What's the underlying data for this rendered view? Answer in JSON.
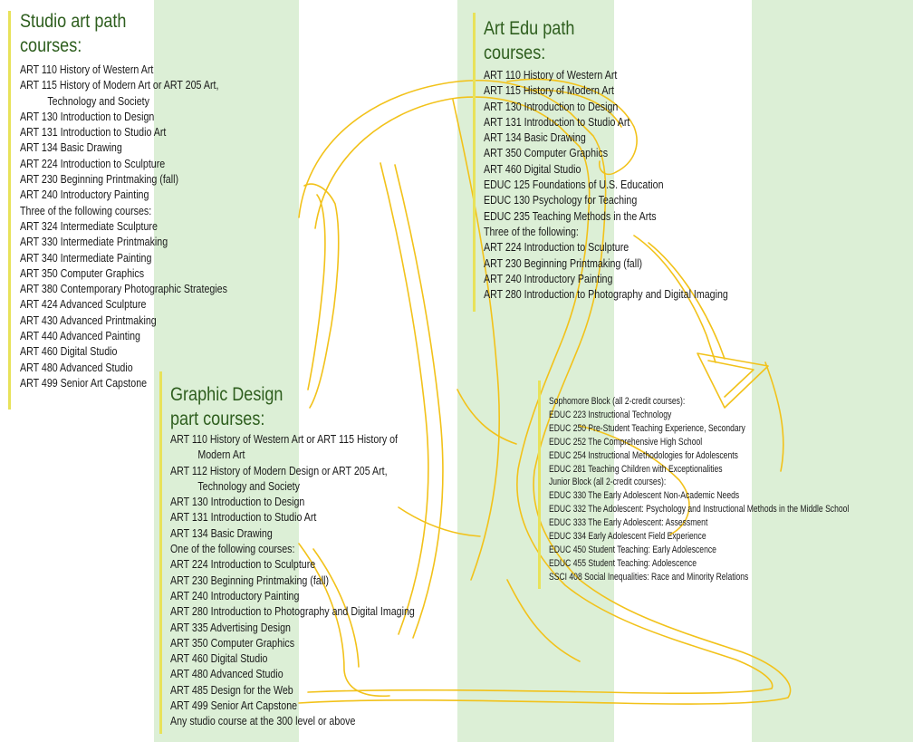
{
  "colors": {
    "stripe": "#dcefd6",
    "heading": "#2e5e1e",
    "accent_bar": "#e8e25a",
    "outline": "#f2c21a"
  },
  "decoration": {
    "background_art": "knight-helmet-outline"
  },
  "studio": {
    "title_line1": "Studio art path",
    "title_line2": "courses:",
    "items": [
      "ART 110 History of Western Art",
      "ART 115 History of Modern Art or ART 205 Art,",
      "Technology and Society",
      "ART 130 Introduction to Design",
      "ART 131 Introduction to Studio Art",
      "ART 134 Basic Drawing",
      "ART 224 Introduction to Sculpture",
      "ART 230 Beginning Printmaking (fall)",
      "ART 240 Introductory Painting",
      "Three of the following courses:",
      "ART 324 Intermediate Sculpture",
      "ART 330 Intermediate Printmaking",
      "ART 340 Intermediate Painting",
      "ART 350 Computer Graphics",
      "ART 380 Contemporary Photographic Strategies",
      "ART 424 Advanced Sculpture",
      "ART 430 Advanced Printmaking",
      "ART 440 Advanced Painting",
      "ART 460 Digital Studio",
      "ART 480 Advanced Studio",
      "ART 499 Senior Art Capstone"
    ]
  },
  "artedu": {
    "title_line1": "Art Edu path",
    "title_line2": "courses:",
    "items": [
      "ART 110 History of Western Art",
      "ART 115 History of Modern Art",
      "ART 130 Introduction to Design",
      "ART 131 Introduction to Studio Art",
      "ART 134 Basic Drawing",
      "ART 350 Computer Graphics",
      "ART 460 Digital Studio",
      "EDUC 125 Foundations of U.S. Education",
      "EDUC 130 Psychology for Teaching",
      "EDUC 235 Teaching Methods in the Arts",
      "Three of the following:",
      "ART 224 Introduction to Sculpture",
      "ART 230 Beginning Printmaking (fall)",
      "ART 240 Introductory Painting",
      "ART 280 Introduction to Photography and Digital Imaging"
    ]
  },
  "graphic": {
    "title_line1": "Graphic Design",
    "title_line2": "part courses:",
    "items": [
      "ART 110 History of Western Art or ART 115 History of",
      "Modern Art",
      "ART 112 History of Modern Design or ART 205 Art,",
      "Technology and Society",
      "ART 130 Introduction to Design",
      "ART 131 Introduction to Studio Art",
      "ART 134 Basic Drawing",
      "One of the following courses:",
      "ART 224 Introduction to Sculpture",
      "ART 230 Beginning Printmaking (fall)",
      "ART 240 Introductory Painting",
      "ART 280 Introduction to Photography and Digital Imaging",
      "ART 335 Advertising Design",
      "ART 350 Computer Graphics",
      "ART 460 Digital Studio",
      "ART 480 Advanced Studio",
      "ART 485 Design for the Web",
      "ART 499 Senior Art Capstone",
      "Any studio course at the 300 level or above"
    ]
  },
  "educ": {
    "items": [
      "Sophomore Block (all 2-credit courses):",
      "EDUC 223 Instructional Technology",
      "EDUC 250 Pre-Student Teaching Experience, Secondary",
      "EDUC 252 The Comprehensive High School",
      "EDUC 254 Instructional Methodologies for Adolescents",
      "EDUC 281 Teaching Children with Exceptionalities",
      "Junior Block (all 2-credit courses):",
      "EDUC 330 The Early Adolescent Non-Academic Needs",
      "EDUC 332 The Adolescent: Psychology and Instructional Methods in the Middle School",
      "EDUC 333 The Early Adolescent: Assessment",
      "EDUC 334 Early Adolescent Field Experience",
      "EDUC 450 Student Teaching: Early Adolescence",
      "EDUC 455 Student Teaching: Adolescence",
      "SSCI 408 Social Inequalities: Race and Minority Relations"
    ]
  }
}
